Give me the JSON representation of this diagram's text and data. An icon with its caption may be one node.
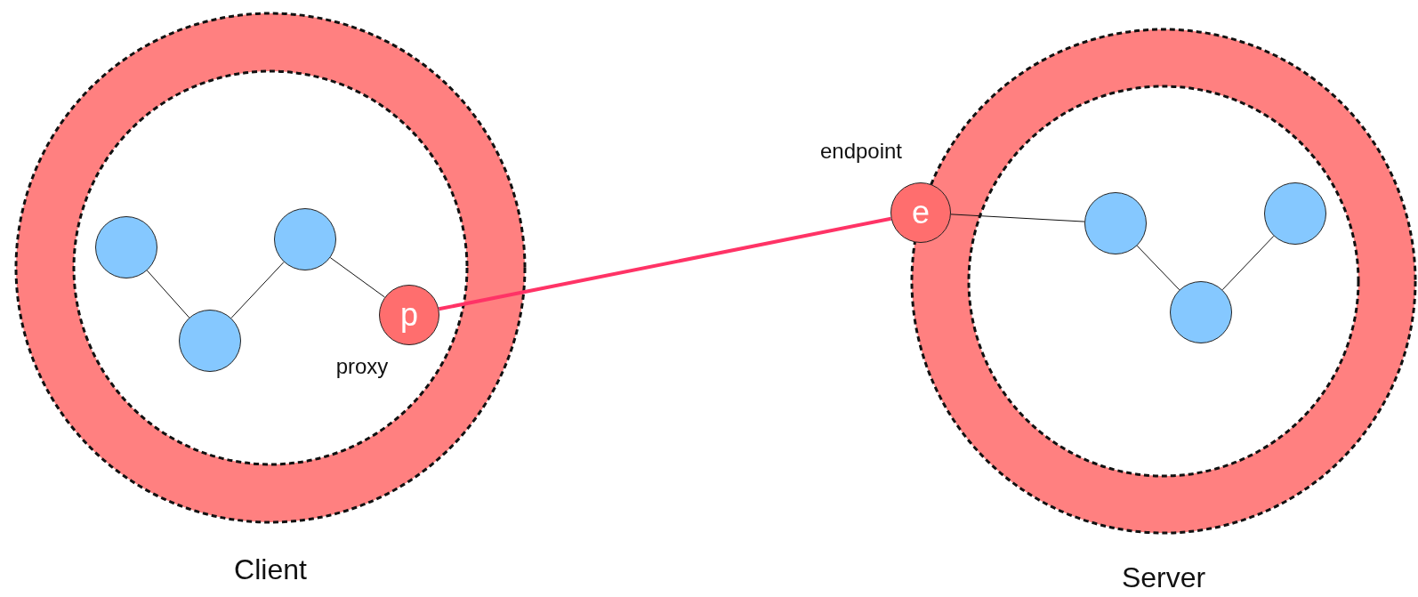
{
  "diagram": {
    "nodes": [
      {
        "text": [
          "Client"
        ]
      },
      {
        "text": [],
        "shape": "circle",
        "in": 0
      },
      {
        "text": [],
        "shape": "circle",
        "in": 0
      },
      {
        "text": [],
        "shape": "circle",
        "in": 0
      },
      {
        "text": [
          "p"
        ],
        "beside": [
          "proxy"
        ],
        "in": 0
      },
      {
        "text": [
          "Server"
        ]
      },
      {
        "text": [
          "e"
        ],
        "beside": [
          "endpoint"
        ]
      },
      {
        "text": [],
        "shape": "circle",
        "in": 5
      },
      {
        "text": [],
        "shape": "circle",
        "in": 5
      },
      {
        "text": [],
        "shape": "circle",
        "in": 5
      }
    ],
    "edges": [
      {
        "from": 1,
        "to": 2,
        "arrow": "none"
      },
      {
        "from": 2,
        "to": 3,
        "arrow": "none"
      },
      {
        "from": 3,
        "to": 4,
        "arrow": "none"
      },
      {
        "from": 4,
        "to": 6,
        "arrow": "none",
        "style": "thick",
        "color": "#ff3366"
      },
      {
        "from": 6,
        "to": 7,
        "arrow": "none"
      },
      {
        "from": 7,
        "to": 8,
        "arrow": "none"
      },
      {
        "from": 8,
        "to": 9,
        "arrow": "none"
      }
    ]
  }
}
